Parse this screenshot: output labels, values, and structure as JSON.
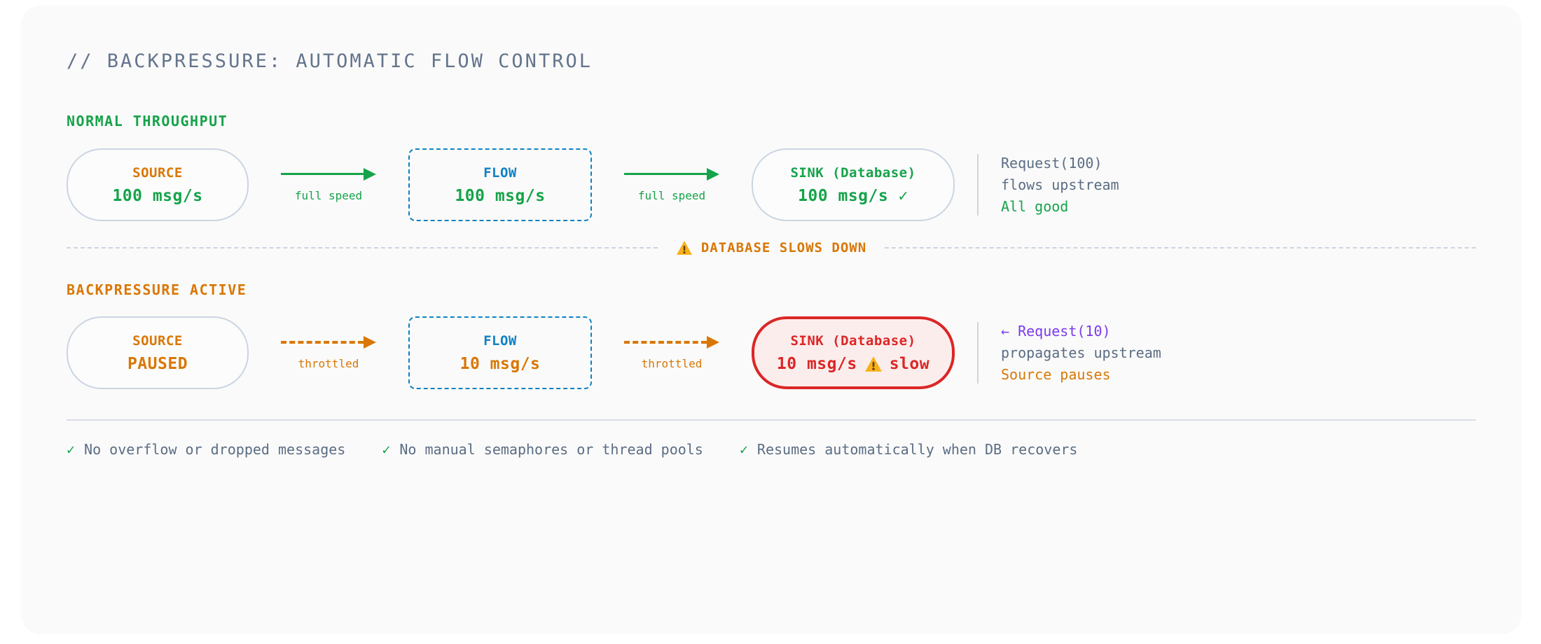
{
  "title": "// BACKPRESSURE: AUTOMATIC FLOW CONTROL",
  "normal": {
    "label": "NORMAL THROUGHPUT",
    "source": {
      "name": "SOURCE",
      "value": "100 msg/s"
    },
    "arrow1_label": "full speed",
    "flow": {
      "name": "FLOW",
      "value": "100 msg/s"
    },
    "arrow2_label": "full speed",
    "sink": {
      "name": "SINK (Database)",
      "value": "100 msg/s ✓"
    },
    "annotation": [
      "Request(100)",
      "flows upstream",
      "All good"
    ]
  },
  "event_divider": {
    "icon": "warning-triangle",
    "label": "DATABASE SLOWS DOWN"
  },
  "backpressure": {
    "label": "BACKPRESSURE ACTIVE",
    "source": {
      "name": "SOURCE",
      "value": "PAUSED"
    },
    "arrow1_label": "throttled",
    "flow": {
      "name": "FLOW",
      "value": "10 msg/s"
    },
    "arrow2_label": "throttled",
    "sink": {
      "name": "SINK (Database)",
      "value": "10 msg/s",
      "warning_icon": "warning-triangle",
      "suffix": "slow"
    },
    "annotation": [
      "← Request(10)",
      "propagates upstream",
      "Source pauses"
    ]
  },
  "footer": {
    "items": [
      {
        "icon": "✓",
        "label": "No overflow or dropped messages"
      },
      {
        "icon": "✓",
        "label": "No manual semaphores or thread pools"
      },
      {
        "icon": "✓",
        "label": "Resumes automatically when DB recovers"
      }
    ]
  },
  "colors": {
    "green": "#16a34a",
    "orange": "#d97706",
    "blue": "#0f82c2",
    "red": "#dc2626",
    "purple": "#7c3aed",
    "slate_text": "#5b6d83",
    "title_text": "#64748b",
    "border_gray": "#cbd5e1",
    "card_bg": "#fafafa",
    "sink_alert_bg": "#fbedec",
    "warning_yellow": "#f6b21b"
  }
}
